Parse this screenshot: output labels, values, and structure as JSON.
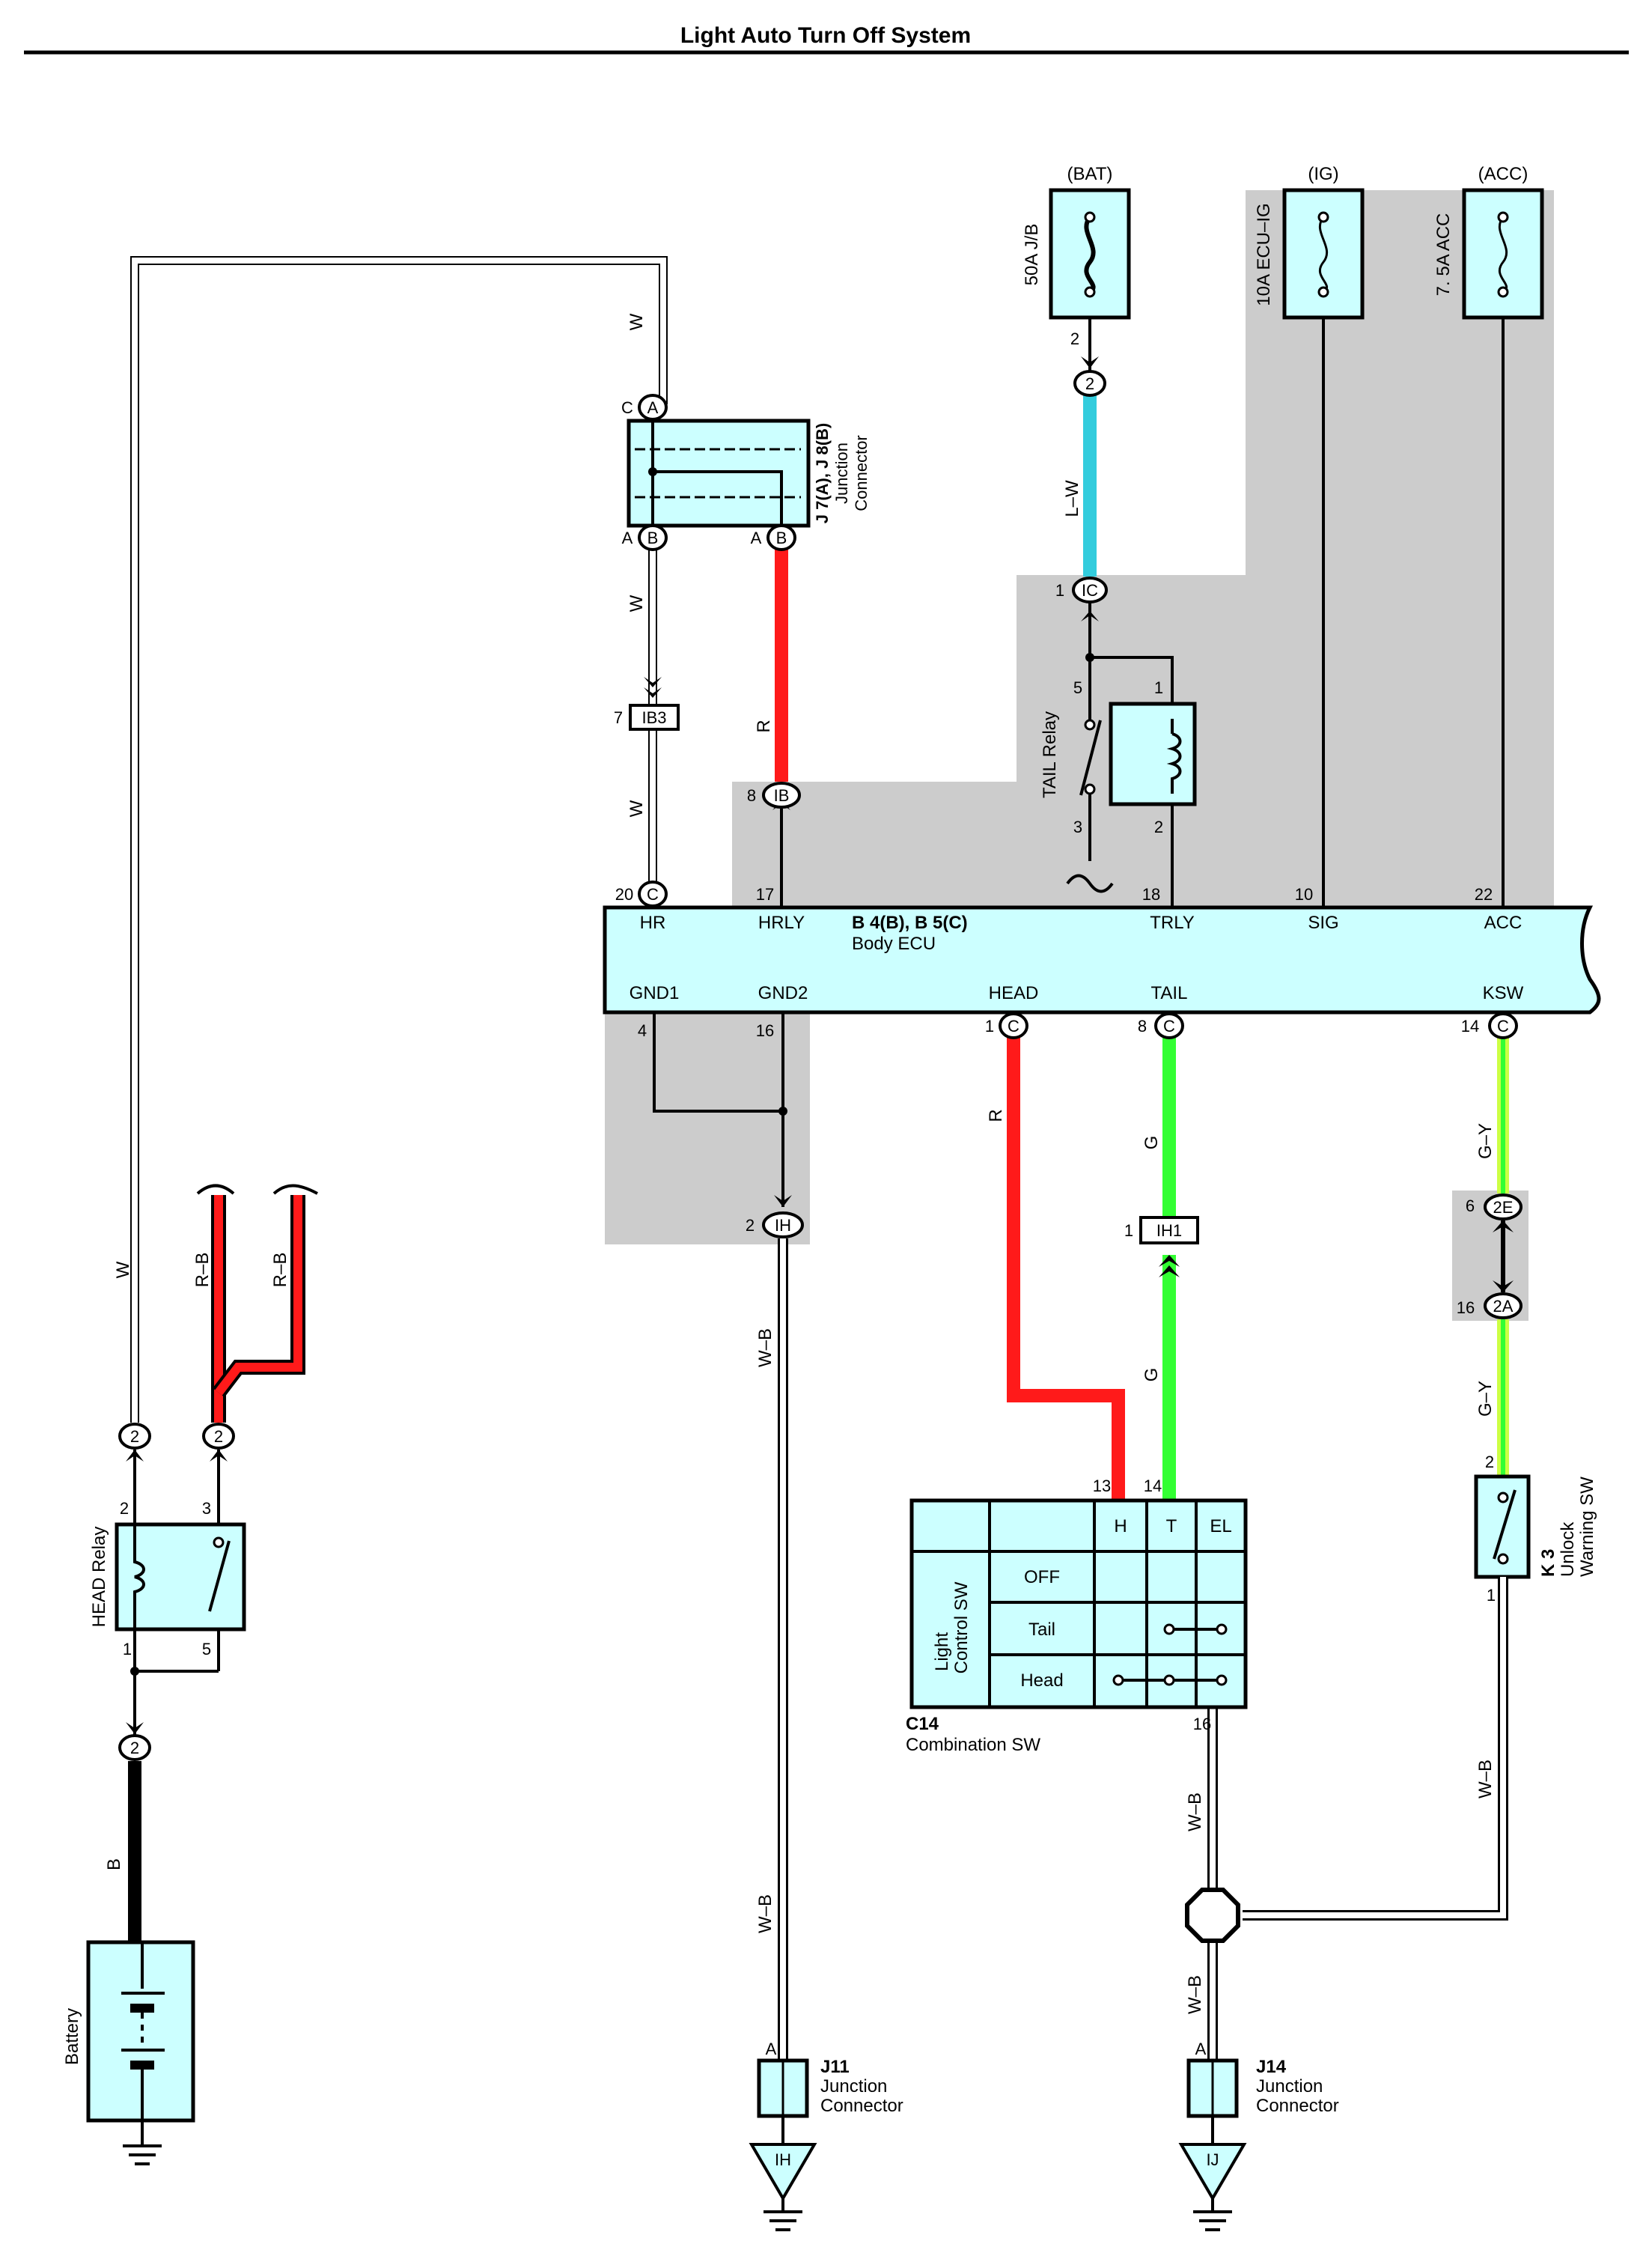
{
  "title": "Light Auto Turn Off System",
  "sources": {
    "bat": "(BAT)",
    "ig": "(IG)",
    "acc": "(ACC)"
  },
  "fuses": {
    "jb": "50A J/B",
    "ecu_ig": "10A ECU–IG",
    "acc": "7. 5A ACC"
  },
  "junction_connector": {
    "id": "J 7(A), J 8(B)",
    "name1": "Junction",
    "name2": "Connector"
  },
  "body_ecu": {
    "id": "B 4(B), B 5(C)",
    "name": "Body ECU",
    "top_terminals": [
      "HR",
      "HRLY",
      "TRLY",
      "SIG",
      "ACC"
    ],
    "top_pins": [
      "20",
      "17",
      "18",
      "10",
      "22"
    ],
    "bottom_terminals": [
      "GND1",
      "GND2",
      "HEAD",
      "TAIL",
      "KSW"
    ],
    "bottom_pins": [
      "4",
      "16",
      "1",
      "8",
      "14"
    ]
  },
  "tail_relay": {
    "name": "TAIL Relay",
    "pins": [
      "5",
      "1",
      "3",
      "2"
    ]
  },
  "head_relay": {
    "name": "HEAD Relay",
    "pins": [
      "2",
      "3",
      "1",
      "5"
    ]
  },
  "battery": {
    "name": "Battery"
  },
  "combination_sw": {
    "id": "C14",
    "name": "Combination SW",
    "section": [
      "Light",
      "Control SW"
    ],
    "columns": [
      "H",
      "T",
      "EL"
    ],
    "rows": [
      "OFF",
      "Tail",
      "Head"
    ],
    "pins": [
      "13",
      "14",
      "16"
    ]
  },
  "unlock_sw": {
    "id": "K 3",
    "name1": "Unlock",
    "name2": "Warning SW",
    "pins": [
      "2",
      "1"
    ]
  },
  "j11": {
    "id": "J11",
    "name1": "Junction",
    "name2": "Connector",
    "pin": "A",
    "ground": "IH"
  },
  "j14": {
    "id": "J14",
    "name1": "Junction",
    "name2": "Connector",
    "pin": "A",
    "ground": "IJ"
  },
  "connectors": {
    "c2": "2",
    "ic": "IC",
    "ib": "IB",
    "ib3": "IB3",
    "ih": "IH",
    "ih1": "IH1",
    "e2": "2E",
    "a2": "2A",
    "c": "C",
    "a": "A",
    "b": "B"
  },
  "connector_pins": {
    "ic": "1",
    "ib": "8",
    "ib3": "7",
    "ih": "2",
    "ih1": "1",
    "e2": "6",
    "a2": "16",
    "jb": "2"
  },
  "wires": {
    "w": "W",
    "r": "R",
    "lw": "L–W",
    "g": "G",
    "gy": "G–Y",
    "wb": "W–B",
    "b": "B",
    "rb": "R–B"
  },
  "colors": {
    "red": "#ff1a1a",
    "cyan": "#33ccdd",
    "green": "#33ff33",
    "yellow_green": "#ccff44",
    "box": "#ccffff",
    "shade": "#cccccc"
  }
}
